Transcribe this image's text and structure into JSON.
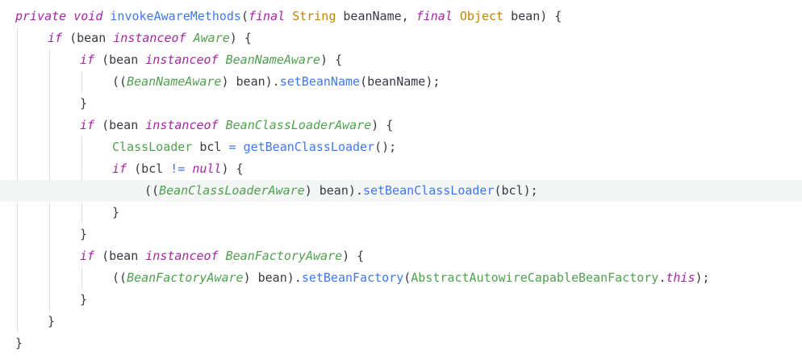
{
  "editor": {
    "lines": [
      {
        "indent": 0,
        "tokens": [
          {
            "t": "private",
            "c": "kw"
          },
          {
            "t": " ",
            "c": "pl"
          },
          {
            "t": "void",
            "c": "kw"
          },
          {
            "t": " ",
            "c": "pl"
          },
          {
            "t": "invokeAwareMethods",
            "c": "fn"
          },
          {
            "t": "(",
            "c": "pn"
          },
          {
            "t": "final",
            "c": "kw"
          },
          {
            "t": " ",
            "c": "pl"
          },
          {
            "t": "String",
            "c": "ty"
          },
          {
            "t": " beanName, ",
            "c": "pl"
          },
          {
            "t": "final",
            "c": "kw"
          },
          {
            "t": " ",
            "c": "pl"
          },
          {
            "t": "Object",
            "c": "ty"
          },
          {
            "t": " bean) {",
            "c": "pl"
          }
        ]
      },
      {
        "indent": 1,
        "tokens": [
          {
            "t": "if",
            "c": "kw"
          },
          {
            "t": " (bean ",
            "c": "pl"
          },
          {
            "t": "instanceof",
            "c": "kw"
          },
          {
            "t": " ",
            "c": "pl"
          },
          {
            "t": "Aware",
            "c": "cl"
          },
          {
            "t": ") {",
            "c": "pl"
          }
        ]
      },
      {
        "indent": 2,
        "tokens": [
          {
            "t": "if",
            "c": "kw"
          },
          {
            "t": " (bean ",
            "c": "pl"
          },
          {
            "t": "instanceof",
            "c": "kw"
          },
          {
            "t": " ",
            "c": "pl"
          },
          {
            "t": "BeanNameAware",
            "c": "cl"
          },
          {
            "t": ") {",
            "c": "pl"
          }
        ]
      },
      {
        "indent": 3,
        "tokens": [
          {
            "t": "((",
            "c": "pl"
          },
          {
            "t": "BeanNameAware",
            "c": "cl"
          },
          {
            "t": ") bean).",
            "c": "pl"
          },
          {
            "t": "setBeanName",
            "c": "fn"
          },
          {
            "t": "(beanName);",
            "c": "pl"
          }
        ]
      },
      {
        "indent": 2,
        "tokens": [
          {
            "t": "}",
            "c": "pl"
          }
        ]
      },
      {
        "indent": 2,
        "tokens": [
          {
            "t": "if",
            "c": "kw"
          },
          {
            "t": " (bean ",
            "c": "pl"
          },
          {
            "t": "instanceof",
            "c": "kw"
          },
          {
            "t": " ",
            "c": "pl"
          },
          {
            "t": "BeanClassLoaderAware",
            "c": "cl"
          },
          {
            "t": ") {",
            "c": "pl"
          }
        ]
      },
      {
        "indent": 3,
        "tokens": [
          {
            "t": "ClassLoader",
            "c": "clr"
          },
          {
            "t": " bcl ",
            "c": "pl"
          },
          {
            "t": "=",
            "c": "op"
          },
          {
            "t": " ",
            "c": "pl"
          },
          {
            "t": "getBeanClassLoader",
            "c": "fn"
          },
          {
            "t": "();",
            "c": "pl"
          }
        ]
      },
      {
        "indent": 3,
        "tokens": [
          {
            "t": "if",
            "c": "kw"
          },
          {
            "t": " (bcl ",
            "c": "pl"
          },
          {
            "t": "!=",
            "c": "op"
          },
          {
            "t": " ",
            "c": "pl"
          },
          {
            "t": "null",
            "c": "kw"
          },
          {
            "t": ") {",
            "c": "pl"
          }
        ]
      },
      {
        "indent": 4,
        "highlight": true,
        "tokens": [
          {
            "t": "((",
            "c": "pl"
          },
          {
            "t": "BeanClassLoaderAware",
            "c": "cl"
          },
          {
            "t": ") bean).",
            "c": "pl"
          },
          {
            "t": "setBeanClassLoader",
            "c": "fn"
          },
          {
            "t": "(bcl);",
            "c": "pl"
          }
        ]
      },
      {
        "indent": 3,
        "tokens": [
          {
            "t": "}",
            "c": "pl"
          }
        ]
      },
      {
        "indent": 2,
        "tokens": [
          {
            "t": "}",
            "c": "pl"
          }
        ]
      },
      {
        "indent": 2,
        "tokens": [
          {
            "t": "if",
            "c": "kw"
          },
          {
            "t": " (bean ",
            "c": "pl"
          },
          {
            "t": "instanceof",
            "c": "kw"
          },
          {
            "t": " ",
            "c": "pl"
          },
          {
            "t": "BeanFactoryAware",
            "c": "cl"
          },
          {
            "t": ") {",
            "c": "pl"
          }
        ]
      },
      {
        "indent": 3,
        "tokens": [
          {
            "t": "((",
            "c": "pl"
          },
          {
            "t": "BeanFactoryAware",
            "c": "cl"
          },
          {
            "t": ") bean).",
            "c": "pl"
          },
          {
            "t": "setBeanFactory",
            "c": "fn"
          },
          {
            "t": "(",
            "c": "pl"
          },
          {
            "t": "AbstractAutowireCapableBeanFactory",
            "c": "clr"
          },
          {
            "t": ".",
            "c": "pl"
          },
          {
            "t": "this",
            "c": "kw"
          },
          {
            "t": ");",
            "c": "pl"
          }
        ]
      },
      {
        "indent": 2,
        "tokens": [
          {
            "t": "}",
            "c": "pl"
          }
        ]
      },
      {
        "indent": 1,
        "tokens": [
          {
            "t": "}",
            "c": "pl"
          }
        ]
      },
      {
        "indent": 0,
        "tokens": [
          {
            "t": "}",
            "c": "pl"
          }
        ]
      }
    ],
    "colors": {
      "background": "#ffffff",
      "highlight_line": "#f4f5f5",
      "keyword": "#a626a4",
      "type": "#c18401",
      "class": "#50a14f",
      "function": "#4078f2",
      "plain": "#383a42",
      "indent_guide": "#dfe1e4"
    }
  }
}
